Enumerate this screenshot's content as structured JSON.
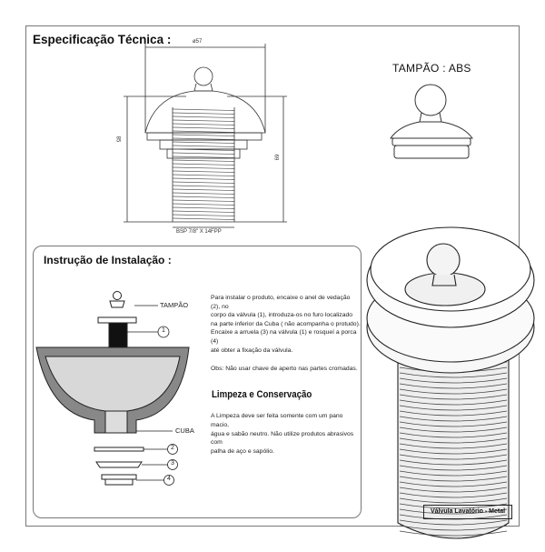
{
  "title": "Especificação Técnica :",
  "tampao_abs_label": "TAMPÃO : ABS",
  "dimensions": {
    "diameter": "ø57",
    "height_total": "85",
    "height_thread": "69",
    "thread_spec": "BSP 7/8\" X 14FPP"
  },
  "installation": {
    "title": "Instrução de Instalação :",
    "tampao_label": "TAMPÃO",
    "cuba_label": "CUBA",
    "callouts": [
      "1",
      "2",
      "3",
      "4"
    ],
    "text": "Para instalar o produto, encaixe o anel de vedação (2), no\ncorpo da válvula (1), introduza-os no furo localizado\nna parte inferior da Cuba ( não acompanha o protudo).\nEncaixe a arruela (3) na válvula (1) e rosqueí a porca (4)\naté obter a fixação da válvula.",
    "obs": "Obs: Não usar chave de aperto nas partes cromadas."
  },
  "care": {
    "title": "Limpeza e Conservação",
    "text": "A Limpeza deve ser feita somente com um pano macio,\nágua e sabão neutro. Não utilize produtos abrasivos com\npalha de aço e sapólio."
  },
  "footer": "Válvula Lavatório - Metal"
}
